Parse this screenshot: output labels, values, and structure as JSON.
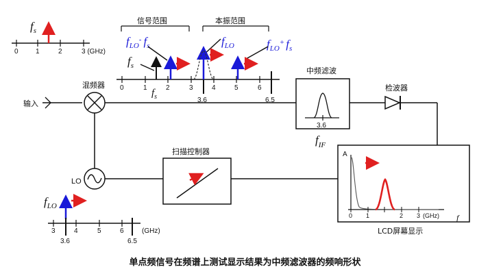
{
  "caption": "单点频信号在频谱上测试显示结果为中频滤波器的频响形状",
  "top_left_axis": {
    "symbol": "f",
    "sub": "s",
    "ticks": [
      "0",
      "1",
      "2",
      "3 (GHz)"
    ]
  },
  "spectrum": {
    "signal_range_label": "信号范围",
    "image_range_label": "本振范围",
    "f_lo_minus_fs": {
      "f": "f",
      "sub": "LO",
      "sup": "-",
      "f2": "f",
      "sub2": "s"
    },
    "f_lo": {
      "f": "f",
      "sub": "LO"
    },
    "f_lo_plus_fs": {
      "f": "f",
      "sub": "LO",
      "sup": "+",
      "f2": "f",
      "sub2": "s"
    },
    "fs": {
      "f": "f",
      "sub": "s"
    },
    "fs_below": {
      "f": "f",
      "sub": "s"
    },
    "ticks": [
      "0",
      "1",
      "2",
      "3",
      "4",
      "5",
      "6"
    ],
    "marker_36": "3.6",
    "marker_65": "6.5"
  },
  "blocks": {
    "input_label": "输入",
    "mixer_label": "混频器",
    "lo_label": "LO",
    "if_filter_label": "中频滤波",
    "if_filter_value": "3.6",
    "fif": {
      "f": "f",
      "sub": "IF"
    },
    "detector_label": "检波器",
    "sweep_label": "扫描控制器"
  },
  "lo_axis": {
    "symbol": "f",
    "sub": "LO",
    "ticks": [
      "3",
      "4",
      "5",
      "6",
      "(GHz)"
    ],
    "marker_36": "3.6",
    "marker_65": "6.5"
  },
  "lcd": {
    "a_label": "A",
    "ticks": [
      "0",
      "1",
      "2",
      "3"
    ],
    "unit": "(GHz)",
    "f_label": "f",
    "title": "LCD屏幕显示"
  },
  "colors": {
    "red": "#e02020",
    "blue": "#1a1ad8",
    "black": "#111111"
  }
}
